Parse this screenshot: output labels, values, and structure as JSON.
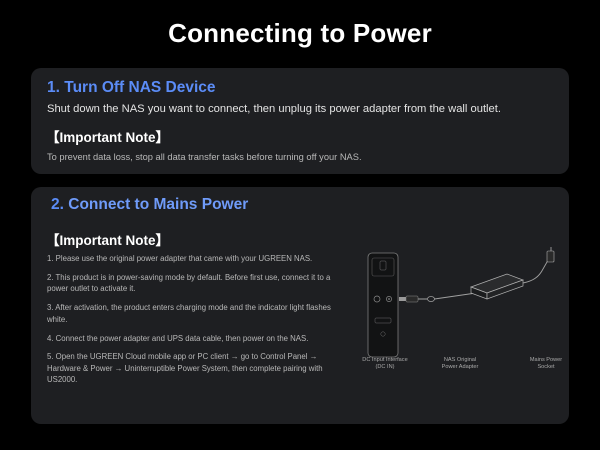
{
  "page": {
    "title": "Connecting to Power"
  },
  "section1": {
    "number": "1.",
    "title": "Turn Off NAS Device",
    "description": "Shut down the NAS you want to connect, then unplug its power adapter from the wall outlet.",
    "note_heading": "【Important Note】",
    "note_text": "To prevent data loss, stop all data transfer tasks before turning off your NAS."
  },
  "section2": {
    "number": "2.",
    "title": "Connect to Mains Power",
    "note_heading": "【Important Note】",
    "steps": [
      "1. Please use the original power adapter that came with your UGREEN NAS.",
      "2. This product is in power-saving mode by default. Before first use, connect it to a power outlet to activate it.",
      "3. After activation, the product enters charging mode and the indicator light flashes white.",
      "4. Connect the power adapter and UPS data cable, then power on the NAS.",
      "5. Open the UGREEN Cloud mobile app or PC client → go to Control Panel → Hardware & Power → Uninterruptible Power System, then complete pairing with US2000."
    ],
    "diagram": {
      "labels": {
        "dc_input": "DC Input Interface (DC IN)",
        "adapter": "NAS Original Power Adapter",
        "socket": "Mains Power Socket"
      }
    }
  },
  "colors": {
    "background": "#000000",
    "card": "#1e1f22",
    "accent_blue": "#5b8cf7",
    "text_primary": "#ffffff",
    "text_secondary": "#b8b8b8"
  }
}
